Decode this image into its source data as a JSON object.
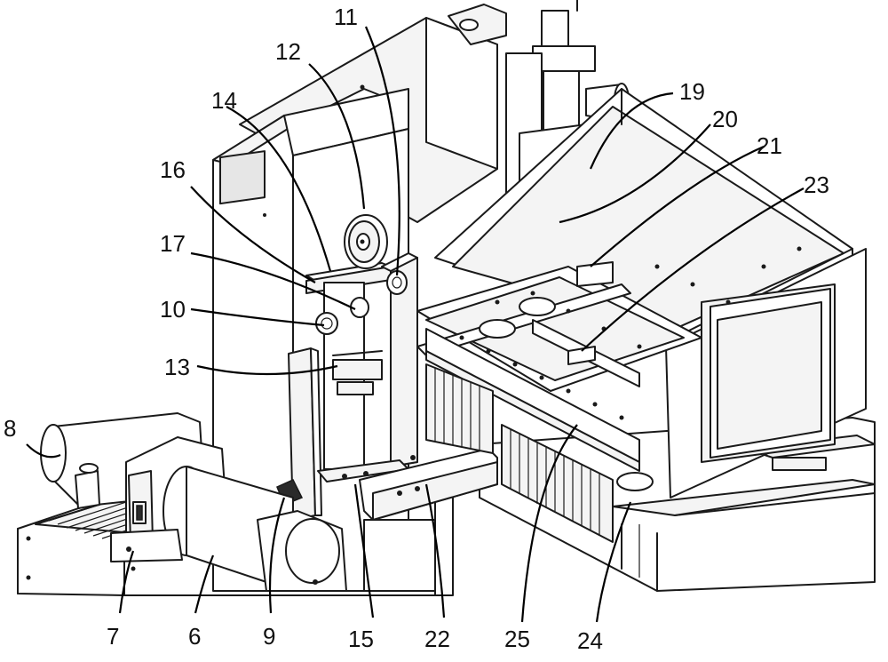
{
  "figure": {
    "labels": [
      {
        "id": "8",
        "text": "8"
      },
      {
        "id": "7",
        "text": "7"
      },
      {
        "id": "6",
        "text": "6"
      },
      {
        "id": "9",
        "text": "9"
      },
      {
        "id": "15",
        "text": "15"
      },
      {
        "id": "22",
        "text": "22"
      },
      {
        "id": "25",
        "text": "25"
      },
      {
        "id": "24",
        "text": "24"
      },
      {
        "id": "10",
        "text": "10"
      },
      {
        "id": "13",
        "text": "13"
      },
      {
        "id": "17",
        "text": "17"
      },
      {
        "id": "16",
        "text": "16"
      },
      {
        "id": "14",
        "text": "14"
      },
      {
        "id": "12",
        "text": "12"
      },
      {
        "id": "11",
        "text": "11"
      },
      {
        "id": "19",
        "text": "19"
      },
      {
        "id": "20",
        "text": "20"
      },
      {
        "id": "21",
        "text": "21"
      },
      {
        "id": "23",
        "text": "23"
      }
    ]
  }
}
